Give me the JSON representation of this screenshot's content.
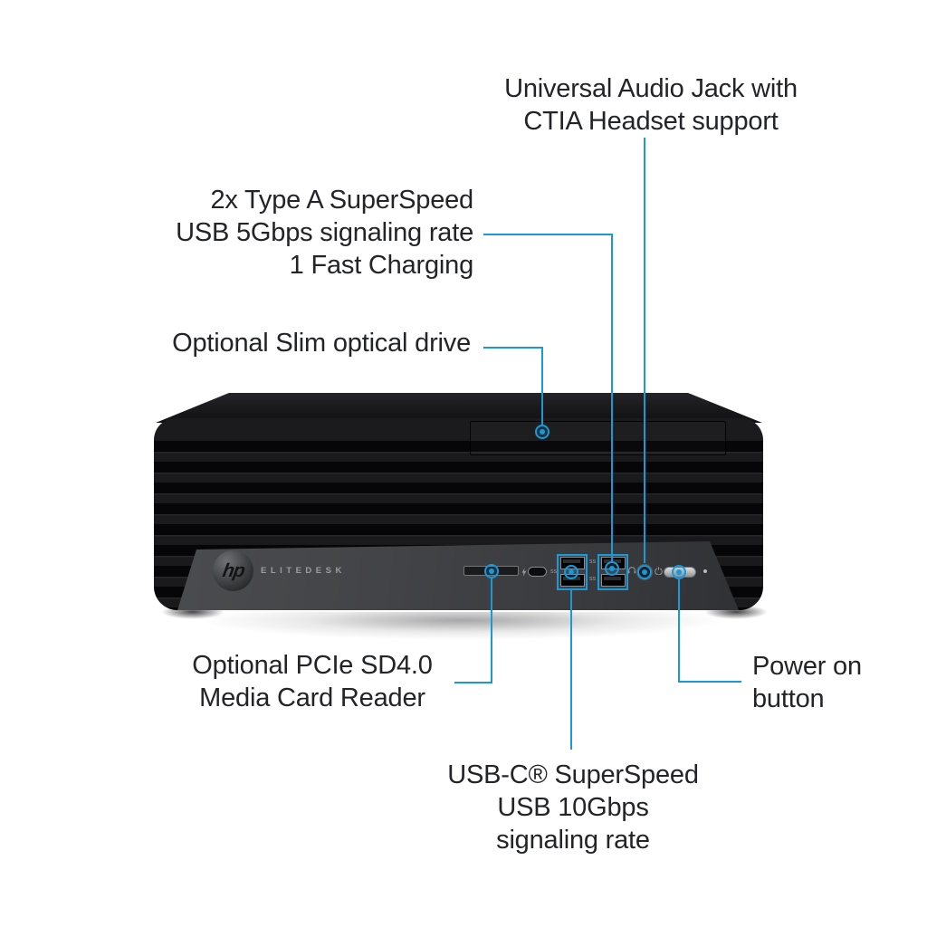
{
  "colors": {
    "accent": "#1b98d5",
    "text": "#232427",
    "panel": "#434447",
    "case": "#19191b"
  },
  "device": {
    "brand": "hp",
    "model": "ELITEDESK"
  },
  "callouts": {
    "audio_jack": {
      "lines": [
        "Universal Audio Jack with",
        "CTIA Headset support"
      ]
    },
    "usb_type_a": {
      "lines": [
        "2x Type A SuperSpeed",
        "USB 5Gbps signaling rate",
        "1 Fast Charging"
      ]
    },
    "optical_drive": {
      "lines": [
        "Optional Slim optical drive"
      ]
    },
    "card_reader": {
      "lines": [
        "Optional PCIe SD4.0",
        "Media Card Reader"
      ]
    },
    "usb_c": {
      "lines": [
        "USB-C® SuperSpeed",
        "USB 10Gbps",
        "signaling rate"
      ]
    },
    "power_button": {
      "lines": [
        "Power on",
        "button"
      ]
    }
  },
  "icons": {
    "fast_charge": "ss⚡",
    "superspeed": "ss",
    "headset": "headset",
    "power": "power"
  }
}
